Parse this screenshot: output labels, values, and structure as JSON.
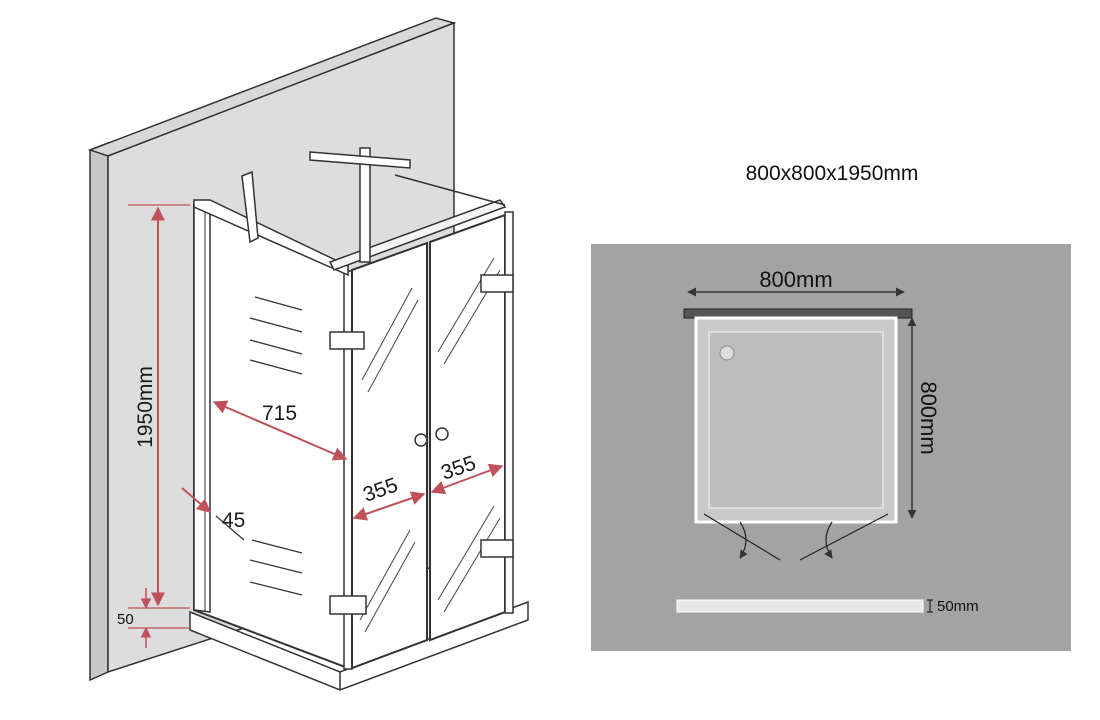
{
  "title": "800x800x1950mm",
  "iso_view": {
    "height_label": "1950mm",
    "side_width_label": "715",
    "door_left_label": "355",
    "door_right_label": "355",
    "offset_label": "45",
    "tray_height_label": "50"
  },
  "plan_view": {
    "width_label": "800mm",
    "depth_label": "800mm",
    "tray_label": "50mm"
  },
  "colors": {
    "dimension_line": "#c0505a",
    "plan_background": "#a3a3a3",
    "tray": "#dedede",
    "outline": "#333333"
  }
}
